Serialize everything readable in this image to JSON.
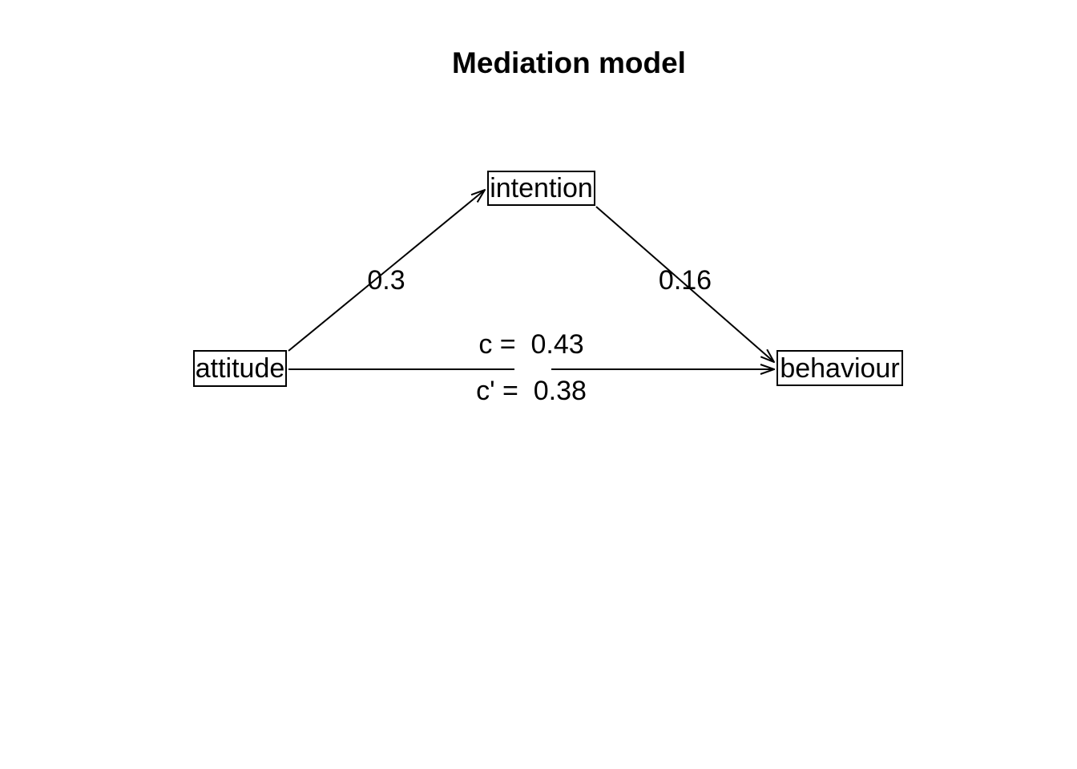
{
  "title": "Mediation model",
  "nodes": {
    "predictor": {
      "label": "attitude"
    },
    "mediator": {
      "label": "intention"
    },
    "outcome": {
      "label": "behaviour"
    }
  },
  "edges": {
    "a": {
      "label": "0.3",
      "from": "attitude",
      "to": "intention"
    },
    "b": {
      "label": "0.16",
      "from": "intention",
      "to": "behaviour"
    },
    "c": {
      "label": "c =  0.43",
      "from": "attitude",
      "to": "behaviour"
    },
    "c_prime": {
      "label": "c' =  0.38",
      "from": "attitude",
      "to": "behaviour"
    }
  },
  "colors": {
    "background": "#ffffff",
    "line": "#000000",
    "text": "#000000"
  }
}
